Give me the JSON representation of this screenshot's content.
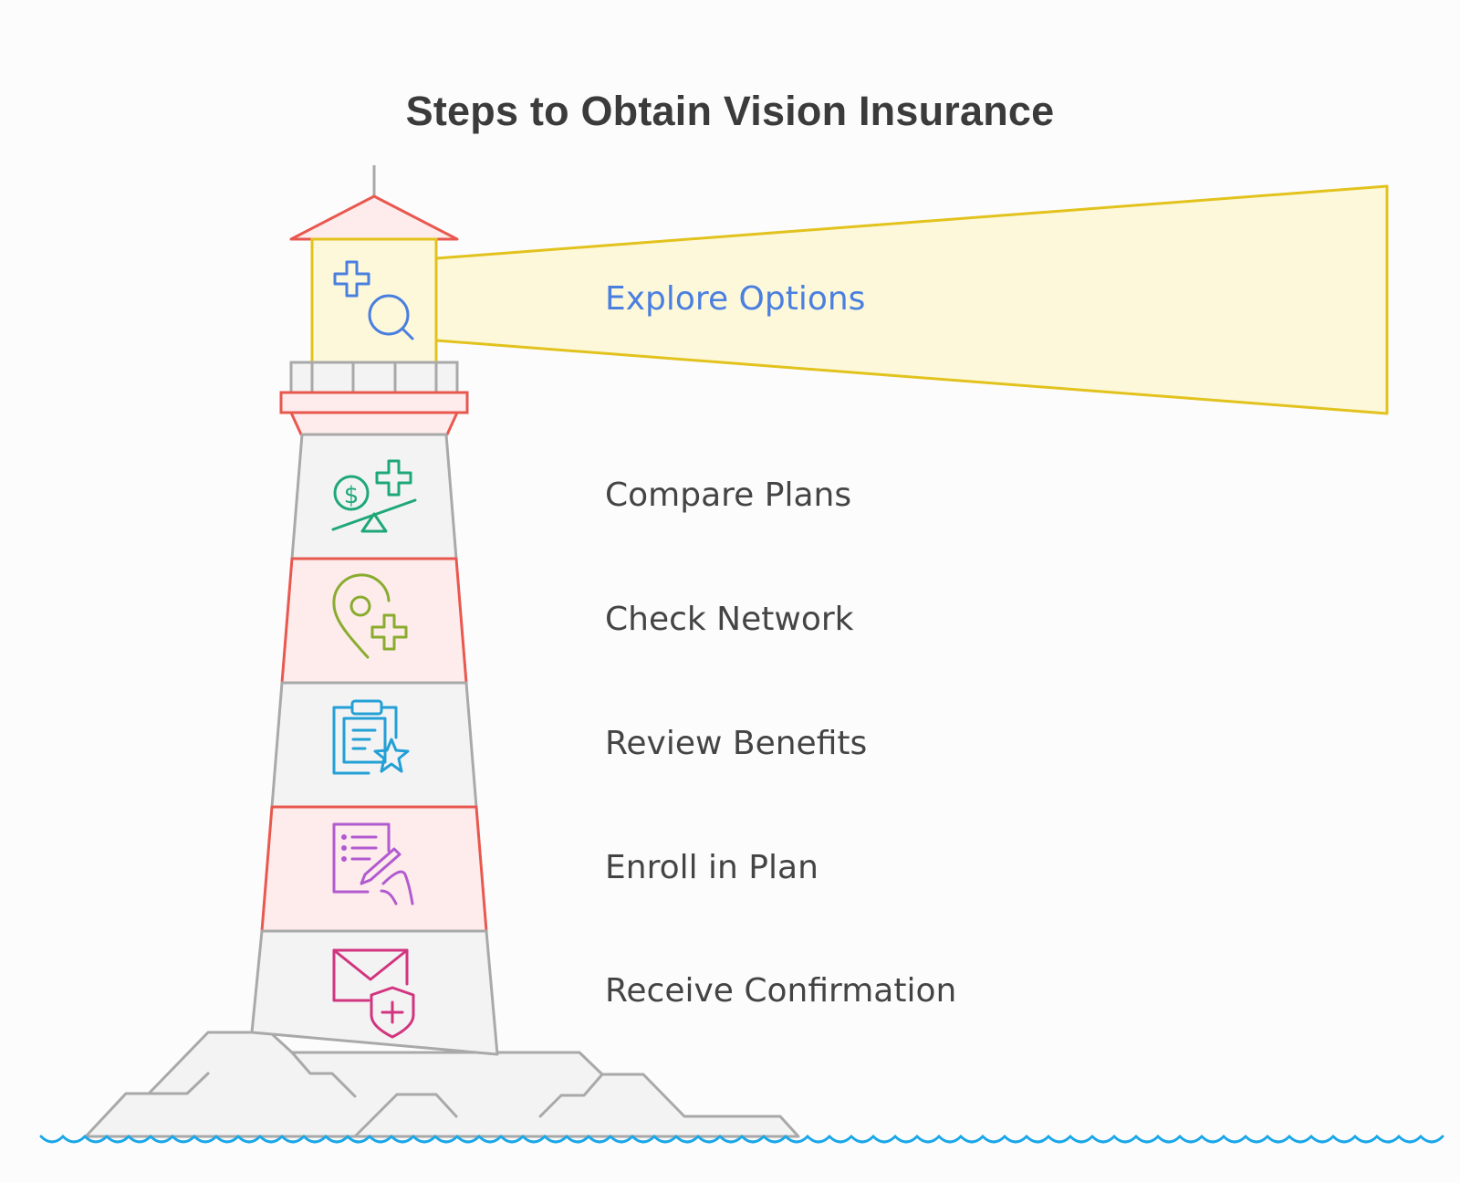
{
  "title": "Steps to Obtain Vision Insurance",
  "steps": [
    {
      "label": "Explore Options",
      "icon": "medical-search-icon",
      "color": "#4a7fe0",
      "highlighted": true
    },
    {
      "label": "Compare Plans",
      "icon": "cost-balance-icon",
      "color": "#1fa877"
    },
    {
      "label": "Check Network",
      "icon": "location-plus-icon",
      "color": "#8aac2e"
    },
    {
      "label": "Review Benefits",
      "icon": "clipboard-star-icon",
      "color": "#23a0d6"
    },
    {
      "label": "Enroll in Plan",
      "icon": "document-sign-icon",
      "color": "#b25ad0"
    },
    {
      "label": "Receive Confirmation",
      "icon": "mail-shield-icon",
      "color": "#d2357f"
    }
  ],
  "colors": {
    "beam_fill": "#fdf8d9",
    "beam_stroke": "#e2c21d",
    "red_stroke": "#e8584f",
    "red_fill": "#fdeceb",
    "gray_stroke": "#a9a9a9",
    "gray_fill": "#f3f3f4",
    "water": "#1aa7e8"
  }
}
